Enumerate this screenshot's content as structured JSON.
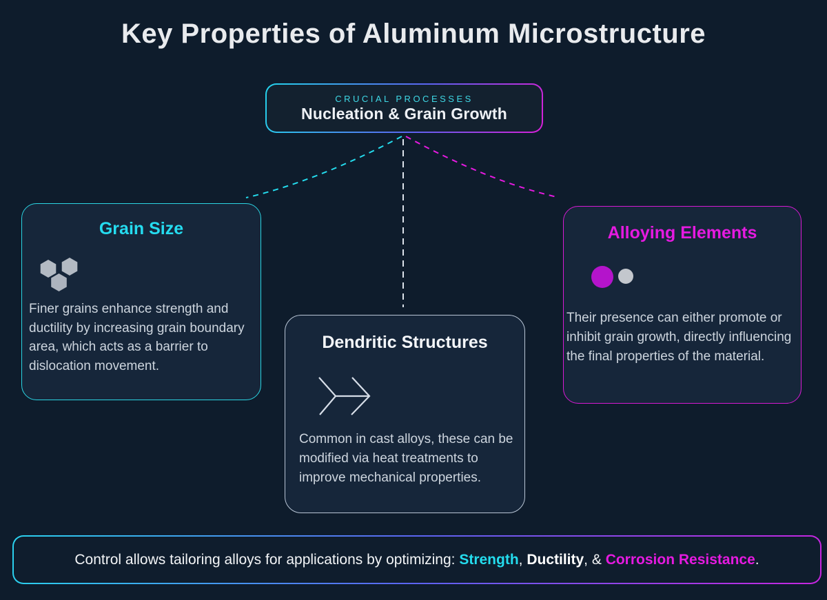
{
  "title": "Key Properties of Aluminum Microstructure",
  "central_node": {
    "eyebrow": "CRUCIAL PROCESSES",
    "label": "Nucleation & Grain Growth"
  },
  "cards": {
    "grain_size": {
      "title": "Grain Size",
      "icon": "hexagons-icon",
      "body": "Finer grains enhance strength and ductility by increasing grain boundary area, which acts as a barrier to dislocation movement."
    },
    "dendritic": {
      "title": "Dendritic Structures",
      "icon": "branch-arrow-icon",
      "body": "Common in cast alloys, these can be modified via heat treatments to improve mechanical properties."
    },
    "alloying": {
      "title": "Alloying Elements",
      "icon": "two-circles-icon",
      "body": "Their presence can either promote or inhibit grain growth, directly influencing the final properties of the material."
    }
  },
  "footer": {
    "segments": [
      {
        "text": "Control allows tailoring alloys for applications by optimizing: ",
        "style": "normal"
      },
      {
        "text": "Strength",
        "style": "cyan-bold"
      },
      {
        "text": ", ",
        "style": "normal"
      },
      {
        "text": "Ductility",
        "style": "white-bold"
      },
      {
        "text": ", & ",
        "style": "normal"
      },
      {
        "text": "Corrosion Resistance",
        "style": "magenta-bold"
      },
      {
        "text": ".",
        "style": "normal"
      }
    ]
  },
  "colors": {
    "background": "#0e1c2c",
    "card_background": "#16263a",
    "cyan_accent": "#24dcee",
    "magenta_accent": "#e51ae0",
    "blue_gradient_mid": "#5b64f1",
    "white_dash": "#dde3eb",
    "hexagon_gray": "#b3bac3",
    "purple_circle": "#b414cb",
    "gray_circle": "#c3c7cd"
  }
}
